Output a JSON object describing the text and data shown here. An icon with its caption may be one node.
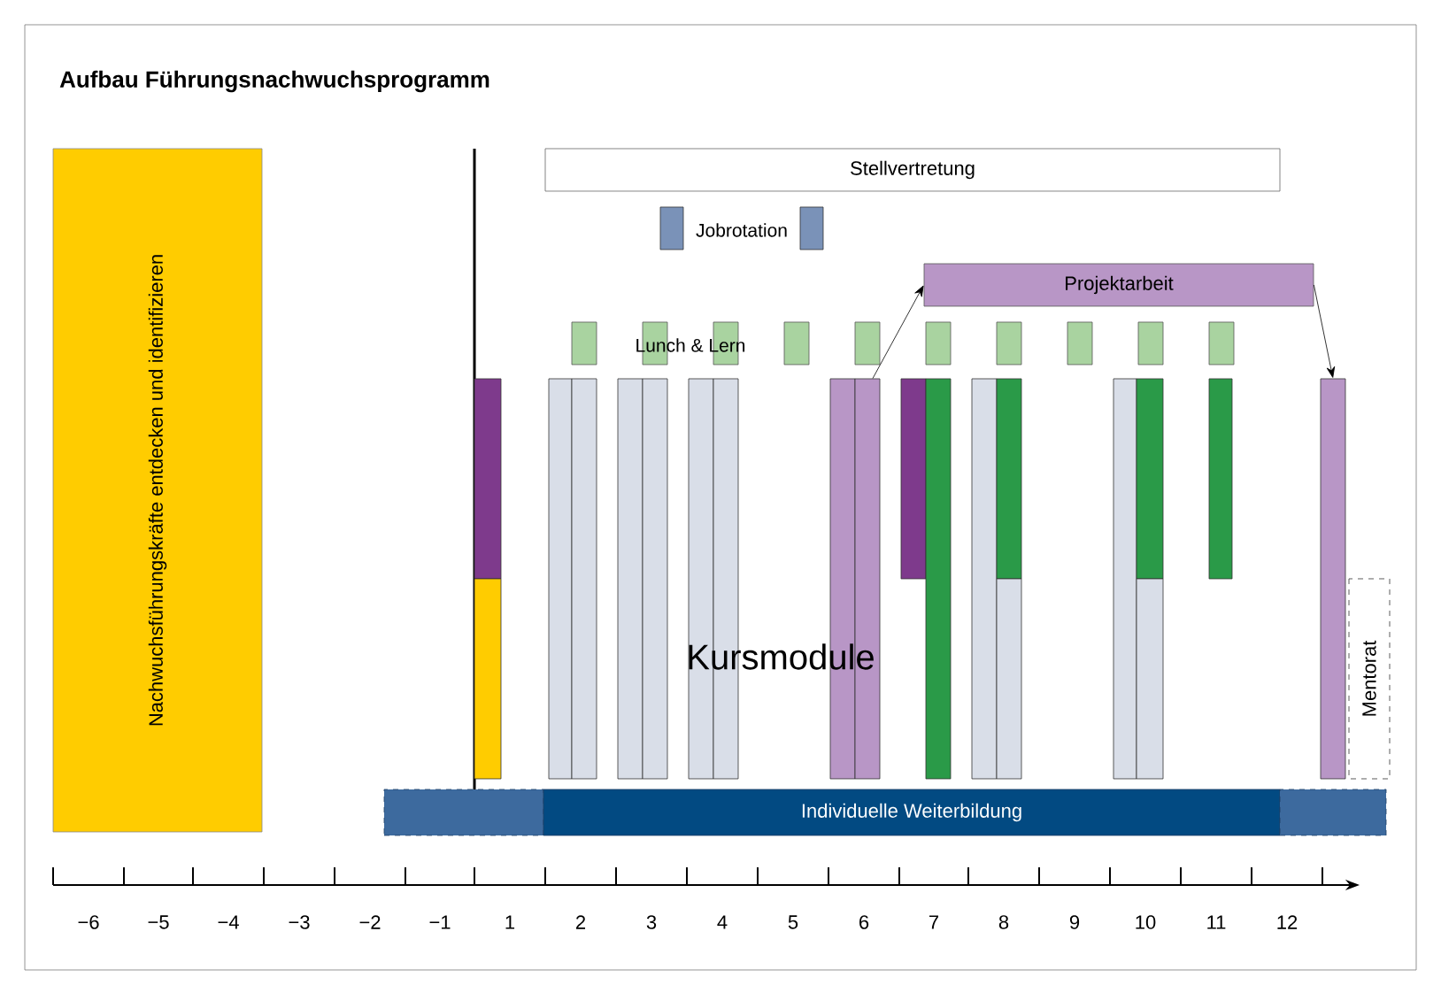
{
  "diagram": {
    "title": "Aufbau Führungsnachwuchsprogramm",
    "nodes": [
      {
        "text": [
          "Nachwuchsführungskräfte entdecken und identifizieren"
        ]
      },
      {
        "text": [
          "Stellvertretung"
        ]
      },
      {
        "text": [],
        "shape": "bar"
      },
      {
        "text": [],
        "shape": "bar"
      },
      {
        "text": [
          "Projektarbeit"
        ]
      },
      {
        "text": [],
        "shape": "bar"
      },
      {
        "text": [],
        "shape": "bar"
      },
      {
        "text": [],
        "shape": "bar"
      },
      {
        "text": [],
        "shape": "bar"
      },
      {
        "text": [],
        "shape": "bar"
      },
      {
        "text": [],
        "shape": "bar"
      },
      {
        "text": [],
        "shape": "bar"
      },
      {
        "text": [],
        "shape": "bar"
      },
      {
        "text": [],
        "shape": "bar"
      },
      {
        "text": [],
        "shape": "bar"
      },
      {
        "text": [],
        "shape": "bar"
      },
      {
        "text": [],
        "shape": "bar"
      },
      {
        "text": [],
        "shape": "bar"
      },
      {
        "text": [],
        "shape": "bar"
      },
      {
        "text": [],
        "shape": "bar"
      },
      {
        "text": [],
        "shape": "bar"
      },
      {
        "text": [],
        "shape": "bar"
      },
      {
        "text": [],
        "shape": "bar"
      },
      {
        "text": [],
        "shape": "bar"
      },
      {
        "text": [],
        "shape": "bar"
      },
      {
        "text": [],
        "shape": "bar"
      },
      {
        "text": [],
        "shape": "bar"
      },
      {
        "text": [],
        "shape": "bar"
      },
      {
        "text": [],
        "shape": "bar"
      },
      {
        "text": [],
        "shape": "bar"
      },
      {
        "text": [],
        "shape": "bar"
      },
      {
        "text": [],
        "shape": "bar"
      },
      {
        "text": [],
        "shape": "bar"
      },
      {
        "text": [],
        "shape": "bar"
      },
      {
        "text": [],
        "shape": "bar"
      },
      {
        "text": [
          "Mentorat"
        ]
      },
      {
        "text": [],
        "shape": "bar"
      },
      {
        "text": [
          "Individuelle Weiterbildung"
        ]
      },
      {
        "text": [],
        "shape": "bar"
      }
    ],
    "edges": [
      {
        "from": 24,
        "to": 4,
        "arrow": "to"
      },
      {
        "from": 4,
        "to": 34,
        "arrow": "to"
      }
    ],
    "labels": [
      "Jobrotation",
      "Lunch & Lern",
      "Kursmodule",
      "−6",
      "−5",
      "−4",
      "−3",
      "−2",
      "−1",
      "1",
      "2",
      "3",
      "4",
      "5",
      "6",
      "7",
      "8",
      "9",
      "10",
      "11",
      "12"
    ]
  }
}
